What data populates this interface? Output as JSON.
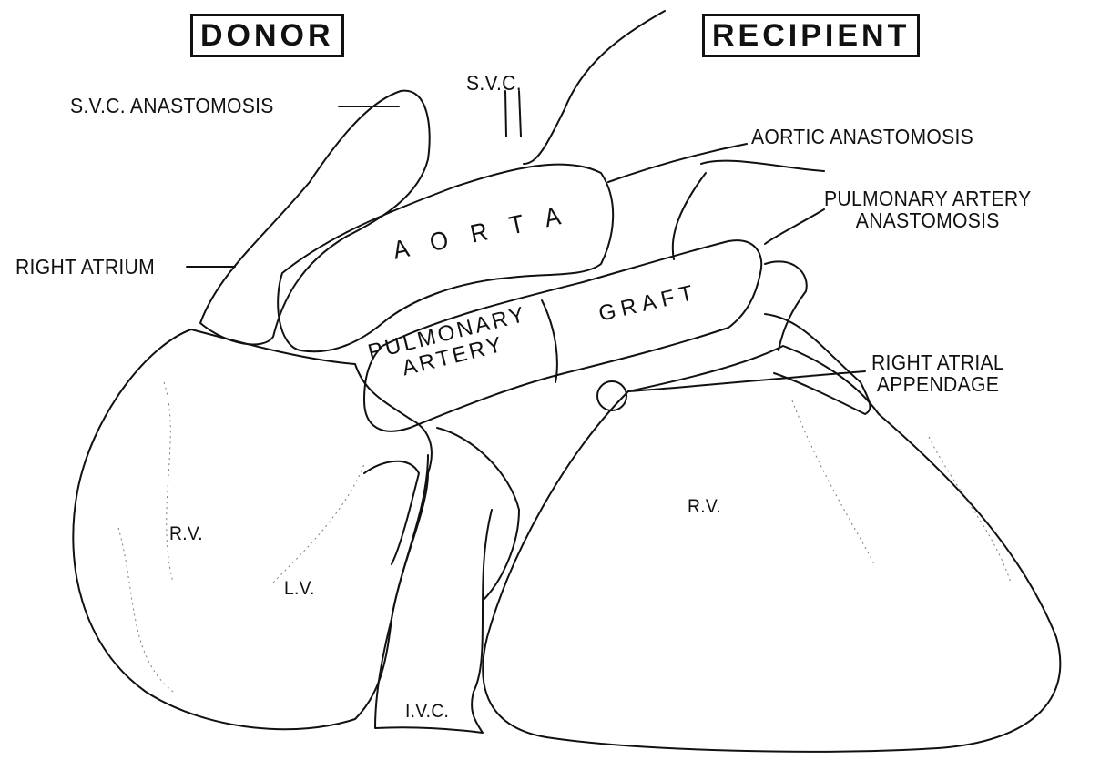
{
  "headers": {
    "donor": "DONOR",
    "recipient": "RECIPIENT"
  },
  "labels": {
    "svc": "S.V.C.",
    "svc_anastomosis": "S.V.C. ANASTOMOSIS",
    "aortic_anastomosis": "AORTIC ANASTOMOSIS",
    "pulmonary_artery_anastomosis_1": "PULMONARY ARTERY",
    "pulmonary_artery_anastomosis_2": "ANASTOMOSIS",
    "right_atrium": "RIGHT ATRIUM",
    "aorta": "A O R T A",
    "graft": "GRAFT",
    "pulmonary_artery_1": "PULMONARY",
    "pulmonary_artery_2": "ARTERY",
    "right_atrial_appendage_1": "RIGHT ATRIAL",
    "right_atrial_appendage_2": "APPENDAGE",
    "donor_rv": "R.V.",
    "donor_lv": "L.V.",
    "recipient_rv": "R.V.",
    "ivc": "I.V.C."
  }
}
